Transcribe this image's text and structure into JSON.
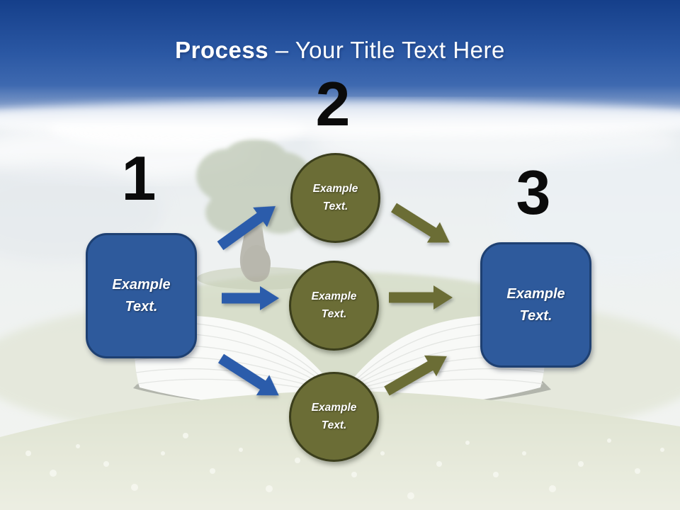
{
  "slide": {
    "title": {
      "bold": "Process",
      "rest": " – Your Title Text Here"
    },
    "numbers": [
      "1",
      "2",
      "3"
    ],
    "left_box": {
      "label": "Example Text."
    },
    "right_box": {
      "label": "Example Text."
    },
    "circles": [
      {
        "label": "Example Text."
      },
      {
        "label": "Example Text."
      },
      {
        "label": "Example Text."
      }
    ],
    "colors": {
      "banner_blue": "#2a57a3",
      "box_blue": "#2e5a9c",
      "box_border": "#1e4072",
      "circle_olive": "#6b6d36",
      "circle_border": "#3b3e1c",
      "arrow_blue": "#2b5cab",
      "arrow_olive": "#6b6d35",
      "number_black": "#0b0b0b",
      "label_white": "#ffffff"
    }
  }
}
